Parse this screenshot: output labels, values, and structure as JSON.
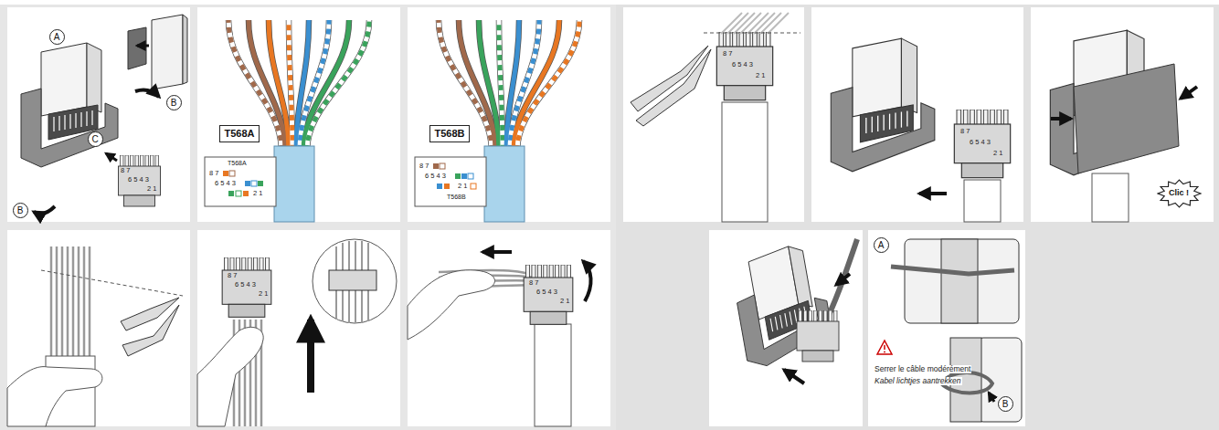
{
  "diagram": {
    "nodes": [
      {
        "text": [
          "A"
        ]
      },
      {
        "text": [
          "B"
        ]
      },
      {
        "text": [
          "C"
        ]
      },
      {
        "text": [
          "B"
        ]
      },
      {
        "text": [
          "T568A"
        ]
      },
      {
        "text": [
          "T568B"
        ]
      },
      {
        "text": [
          "Clic !"
        ]
      },
      {
        "text": [
          "A"
        ]
      },
      {
        "text": [
          "B"
        ]
      }
    ],
    "labels": [
      "8 7",
      "6 5 4 3",
      "2 1",
      "T568A",
      "8 7",
      "6 5 4 3",
      "2 1",
      "8 7",
      "6 5 4 3",
      "2 1",
      "T568B",
      "8 7",
      "6 5 4 3",
      "2 1",
      "8 7",
      "6 5 4 3",
      "2 1",
      "8 7",
      "6 5 4 3",
      "2 1",
      "8 7",
      "6 5 4 3",
      "2 1",
      "Serrer le câble modérément",
      "Kabel lichtjes aantrekken"
    ]
  }
}
